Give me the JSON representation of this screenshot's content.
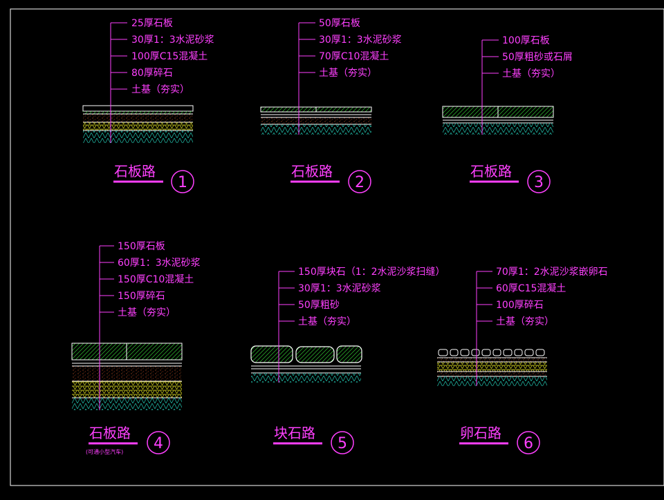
{
  "colors": {
    "accent": "#ff40ff",
    "line": "#ffffff",
    "hatch_green": "#2aa52a",
    "hatch_cyan": "#1fb3a0",
    "speckle": "#d05a2a",
    "gravel": "#d8d820",
    "background": "#000000"
  },
  "sections": [
    {
      "title": "石板路",
      "number": "1",
      "note": "",
      "labels": [
        "25厚石板",
        "30厚1：3水泥砂浆",
        "100厚C15混凝土",
        "80厚碎石",
        "土基（夯实）"
      ]
    },
    {
      "title": "石板路",
      "number": "2",
      "note": "",
      "labels": [
        "50厚石板",
        "30厚1：3水泥砂浆",
        "70厚C10混凝土",
        "土基（夯实）"
      ]
    },
    {
      "title": "石板路",
      "number": "3",
      "note": "",
      "labels": [
        "100厚石板",
        "50厚粗砂或石屑",
        "土基（夯实）"
      ]
    },
    {
      "title": "石板路",
      "number": "4",
      "note": "(可通小型汽车)",
      "labels": [
        "150厚石板",
        "60厚1：3水泥砂浆",
        "150厚C10混凝土",
        "150厚碎石",
        "土基（夯实）"
      ]
    },
    {
      "title": "块石路",
      "number": "5",
      "note": "",
      "labels": [
        "150厚块石（1：2水泥沙浆扫缝）",
        "30厚1：3水泥砂浆",
        "50厚粗砂",
        "土基（夯实）"
      ]
    },
    {
      "title": "卵石路",
      "number": "6",
      "note": "",
      "labels": [
        "70厚1：2水泥沙浆嵌卵石",
        "60厚C15混凝土",
        "100厚碎石",
        "土基（夯实）"
      ]
    }
  ]
}
